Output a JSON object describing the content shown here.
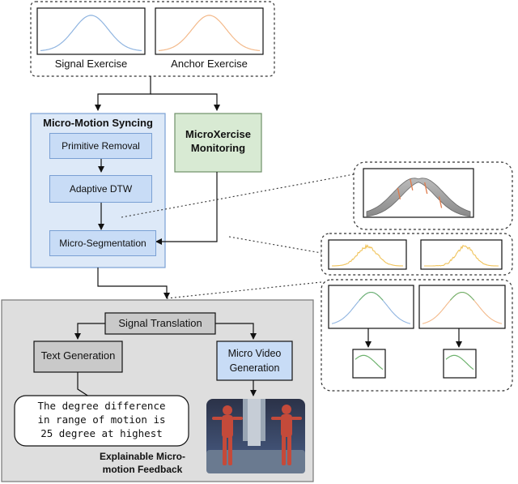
{
  "input": {
    "signal_label": "Signal Exercise",
    "anchor_label": "Anchor Exercise"
  },
  "syncing": {
    "title": "Micro-Motion Syncing",
    "steps": [
      "Primitive Removal",
      "Adaptive DTW",
      "Micro-Segmentation"
    ]
  },
  "monitoring": {
    "title_line1": "MicroXercise",
    "title_line2": "Monitoring"
  },
  "feedback": {
    "translation": "Signal Translation",
    "text_generation": "Text Generation",
    "video_line1": "Micro Video",
    "video_line2": "Generation",
    "sample_text": [
      "The degree difference",
      "in range of motion is",
      "25 degree at highest"
    ],
    "title_line1": "Explainable Micro-",
    "title_line2": "motion Feedback"
  },
  "colors": {
    "signal_curve": "#8fb4e0",
    "anchor_curve": "#f3b98a",
    "sync_panel": "#dde9f8",
    "sync_box": "#c8dcf6",
    "monitor_box": "#d8ead3",
    "feedback_panel": "#dedede",
    "segment_curve": "#f0c35a",
    "green_curve": "#6fb36f"
  }
}
